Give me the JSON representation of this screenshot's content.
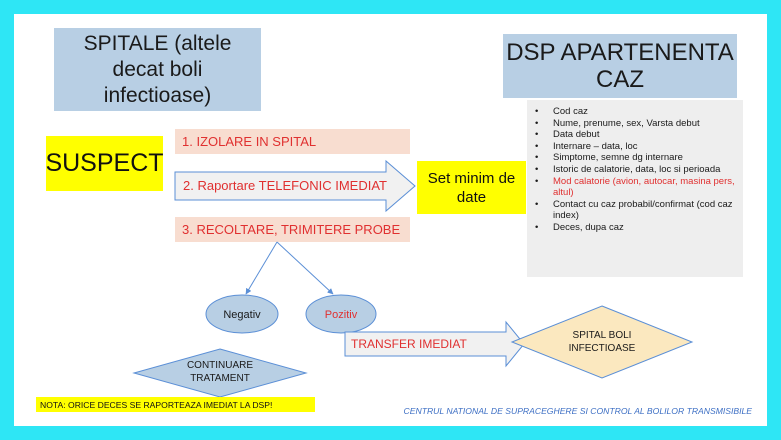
{
  "colors": {
    "frame": "#2ee6f5",
    "title_box": "#b8cfe4",
    "highlight": "#ffff00",
    "step_box": "#f8ddd0",
    "step_text": "#e03030",
    "ellipse_fill": "#b8cfe4",
    "arrow_line": "#5b8fd6",
    "diamond_fill": "#fbe8bf",
    "footer_text": "#3d6fc4"
  },
  "title_left": "SPITALE (altele decat boli infectioase)",
  "title_right": "DSP APARTENENTA CAZ",
  "suspect": "SUSPECT",
  "steps": {
    "step1": "1. IZOLARE IN SPITAL",
    "step2": "2. Raportare TELEFONIC IMEDIAT",
    "step3": "3. RECOLTARE, TRIMITERE PROBE"
  },
  "set_minim": "Set minim de date",
  "data_items": [
    {
      "text": "Cod caz",
      "highlight": false
    },
    {
      "text": "Nume, prenume, sex, Varsta debut",
      "highlight": false
    },
    {
      "text": "Data debut",
      "highlight": false
    },
    {
      "text": "Internare – data, loc",
      "highlight": false
    },
    {
      "text": "Simptome, semne dg internare",
      "highlight": false
    },
    {
      "text": "Istoric de calatorie, data, loc si perioada",
      "highlight": false
    },
    {
      "text": "Mod calatorie (avion, autocar, masina pers, altul)",
      "highlight": true
    },
    {
      "text": "Contact cu caz probabil/confirmat (cod caz index)",
      "highlight": false
    },
    {
      "text": "Deces, dupa caz",
      "highlight": false
    }
  ],
  "result_negativ": "Negativ",
  "result_pozitiv": "Pozitiv",
  "continuare": [
    "CONTINUARE",
    "TRATAMENT"
  ],
  "transfer": "TRANSFER IMEDIAT",
  "spital_boli": [
    "SPITAL BOLI",
    "INFECTIOASE"
  ],
  "nota": "NOTA: ORICE DECES SE RAPORTEAZA IMEDIAT LA DSP!",
  "footer": "CENTRUL NATIONAL DE SUPRACEGHERE SI CONTROL AL BOLILOR TRANSMISIBILE"
}
